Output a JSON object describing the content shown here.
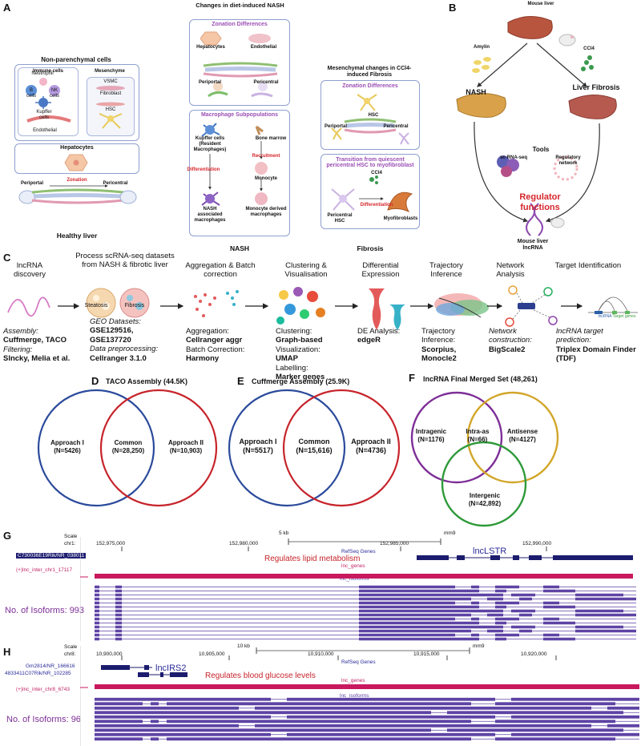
{
  "panel_a": {
    "letter": "A",
    "non_parenchymal_title": "Non-parenchymal cells",
    "immune_cells": "Immune cells",
    "neutrophil": "Neutrophil",
    "b_cells": "B cells",
    "nk_cells": "NK cells",
    "kupffer_cells": "Kupffer cells",
    "endothelial": "Endothelial",
    "mesenchyme": "Mesenchyme",
    "vsmc": "VSMC",
    "fibroblast": "Fibroblast",
    "hsc": "HSC",
    "hepatocytes": "Hepatocytes",
    "periportal": "Periportal",
    "zonation": "Zonation",
    "pericentral": "Pericentral",
    "healthy_caption": "Healthy liver",
    "nash_header": "Changes in diet-induced NASH",
    "zonation_diff": "Zonation Differences",
    "nash_hepatocytes": "Hepatocytes",
    "nash_endothelial": "Endothelial",
    "nash_periportal": "Periportal",
    "nash_pericentral": "Pericentral",
    "macrophage_subpop": "Macrophage Subpopulations",
    "kupffer_resident": "Kupffer cells (Resident Macrophages)",
    "bone_marrow": "Bone marrow",
    "differentiation": "Differentiation",
    "recruitment": "Recruitment",
    "monocyte": "Monocyte",
    "nash_macrophages": "NASH associated macrophages",
    "monocyte_derived": "Monocyte derived macrophages",
    "nash_caption": "NASH",
    "fibrosis_header": "Mesenchymal changes in CCl4-induced Fibrosis",
    "fib_zonation_diff": "Zonation Differences",
    "fib_hsc": "HSC",
    "fib_periportal": "Periportal",
    "fib_pericentral": "Pericentral",
    "transition_title": "Transition from quiescent pericentral HSC to myofibroblast",
    "ccl4": "CCl4",
    "fib_differentiation": "Differentiation",
    "pericentral_hsc": "Pericentral HSC",
    "myofibroblasts": "Myofibroblasts",
    "fibrosis_caption": "Fibrosis"
  },
  "panel_b": {
    "letter": "B",
    "mouse_liver": "Mouse liver",
    "amylin": "Amylin",
    "ccl4": "CCl4",
    "nash": "NASH",
    "liver_fibrosis": "Liver Fibrosis",
    "tools": "Tools",
    "sc_rna_seq": "sc-RNA-seq",
    "regulatory_network": "Regulatory network",
    "regulator_functions": "Regulator functions",
    "mouse_liver_lncrna": "Mouse liver lncRNA"
  },
  "panel_c": {
    "letter": "C",
    "steps": [
      {
        "title": "lncRNA discovery"
      },
      {
        "title": "Process scRNA-seq datasets from NASH & fibrotic liver"
      },
      {
        "title": "Aggregation & Batch correction"
      },
      {
        "title": "Clustering & Visualisation"
      },
      {
        "title": "Differential Expression"
      },
      {
        "title": "Trajectory Inference"
      },
      {
        "title": "Network Analysis"
      },
      {
        "title": "Target Identification"
      }
    ],
    "steatosis": "Steatosis",
    "fibrosis": "Fibrosis",
    "lncrna_tag": "lncRNA",
    "target_genes_tag": "Target genes",
    "assembly_label": "Assembly:",
    "assembly_value": "Cuffmerge, TACO",
    "filtering_label": "Filtering:",
    "filtering_value": "Slncky, Melia et al.",
    "geo_label": "GEO Datasets:",
    "geo_value_1": "GSE129516,",
    "geo_value_2": "GSE137720",
    "preproc_label": "Data preprocessing:",
    "preproc_value": "Cellranger 3.1.0",
    "aggregation_label": "Aggregation:",
    "aggregation_value": "Cellranger aggr",
    "batch_label": "Batch Correction:",
    "batch_value": "Harmony",
    "clustering_label": "Clustering:",
    "clustering_value": "Graph-based",
    "visualization_label": "Visualization:",
    "visualization_value": "UMAP",
    "labelling_label": "Labelling:",
    "labelling_value": "Marker genes",
    "de_label": "DE Analysis:",
    "de_value": "edgeR",
    "traj_label": "Trajectory Inference:",
    "traj_value": "Scorpius, Monocle2",
    "network_label": "Network construction:",
    "network_value": "BigScale2",
    "target_label": "lncRNA target prediction:",
    "target_value": "Triplex Domain Finder (TDF)"
  },
  "panel_d": {
    "letter": "D",
    "title": "TACO Assembly (44.5K)",
    "left_label": "Approach I",
    "left_value": "(N=5426)",
    "middle_label": "Common",
    "middle_value": "(N=28,250)",
    "right_label": "Approach II",
    "right_value": "(N=10,903)"
  },
  "panel_e": {
    "letter": "E",
    "title": "Cuffmerge Assembly (25.9K)",
    "left_label": "Approach I",
    "left_value": "(N=5517)",
    "middle_label": "Common",
    "middle_value": "(N=15,616)",
    "right_label": "Approach II",
    "right_value": "(N=4736)"
  },
  "panel_f": {
    "letter": "F",
    "title": "lncRNA Final Merged Set (48,261)",
    "intragenic_label": "Intragenic",
    "intragenic_value": "(N=1176)",
    "intra_as_label": "Intra-as",
    "intra_as_value": "(N=66)",
    "antisense_label": "Antisense",
    "antisense_value": "(N=4127)",
    "intergenic_label": "Intergenic",
    "intergenic_value": "(N=42,892)"
  },
  "panel_g": {
    "letter": "G",
    "scale": "Scale",
    "chrom": "chr1:",
    "scale_bar": "5 kb",
    "assembly": "mm9",
    "ticks": [
      "152,975,000",
      "152,980,000",
      "152,985,000",
      "152,990,000"
    ],
    "refseq_track": "RefSeq Genes",
    "refseq_gene": "C730036E19Rik/NR_038011",
    "gene_name": "lncLSTR",
    "gene_function": "Regulates lipid metabolism",
    "lnc_genes_track": "lnc_genes",
    "lnc_gene_label": "(+)lnc_inter_chr1_17117",
    "isoforms_track": "lnc_isoforms",
    "isoform_count": "No. of Isoforms: 993"
  },
  "panel_h": {
    "letter": "H",
    "scale": "Scale",
    "chrom": "chr8:",
    "scale_bar": "10 kb",
    "assembly": "mm9",
    "ticks": [
      "10,900,000",
      "10,905,000",
      "10,910,000",
      "10,915,000",
      "10,920,000"
    ],
    "refseq_track": "RefSeq Genes",
    "refseq_gene_1": "Gm2814/NR_166616",
    "refseq_gene_2": "4833411C07Rik/NR_102285",
    "gene_name": "lncIRS2",
    "gene_function": "Regulates blood glucose levels",
    "lnc_genes_track": "lnc_genes",
    "lnc_gene_label": "(+)lnc_inter_chr8_6743",
    "isoforms_track": "lnc_isoforms",
    "isoform_count": "No. of Isoforms: 96"
  },
  "colors": {
    "venn_blue": "#2b4a9b",
    "venn_red": "#c7242b",
    "venn_purple": "#7e2f97",
    "venn_gold": "#d2a629",
    "venn_green": "#2f9a3b",
    "lnc_pink": "#c8185e",
    "isoform_purple": "#5e43a5",
    "refseq_navy": "#1c1c6e"
  }
}
